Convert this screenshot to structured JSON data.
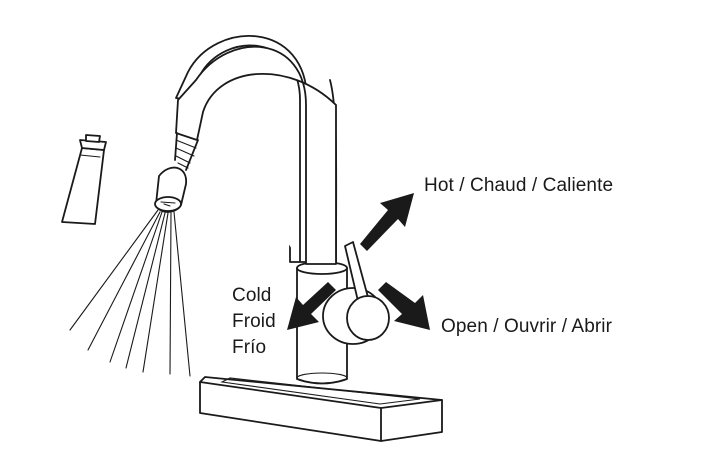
{
  "labels": {
    "hot": "Hot  /  Chaud  /  Caliente",
    "open": "Open / Ouvrir / Abrir",
    "cold": [
      "Cold",
      "Froid",
      "Frío"
    ]
  },
  "colors": {
    "ink": "#1a1a1a",
    "background": "#ffffff"
  }
}
